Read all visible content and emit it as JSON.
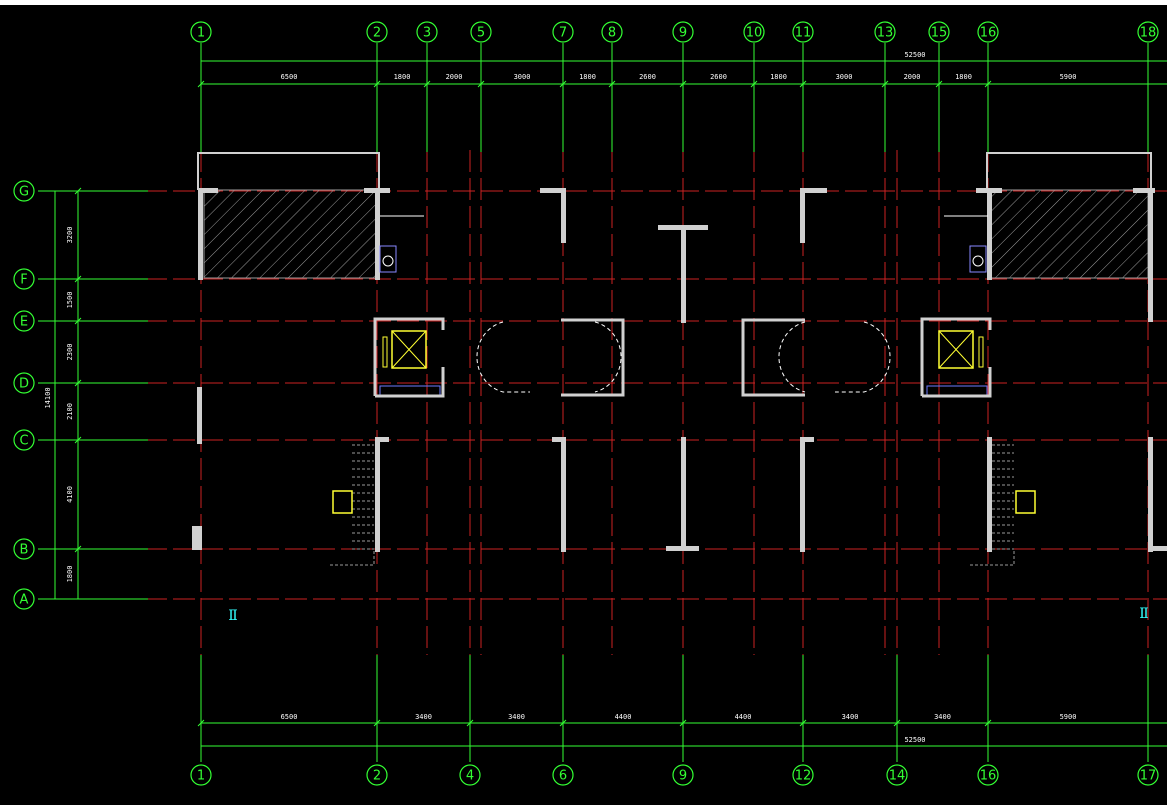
{
  "drawing": {
    "background": "#000000",
    "axis_color": "#33ff33",
    "grid_color": "#cc2222",
    "wall_color": "#d0d0d0",
    "core_color": "#ffff33",
    "hatch_color": "#9b9b9b",
    "top_axis_labels": [
      "1",
      "2",
      "3",
      "5",
      "7",
      "8",
      "9",
      "10",
      "11",
      "13",
      "15",
      "16",
      "18"
    ],
    "bottom_axis_labels": [
      "1",
      "2",
      "4",
      "6",
      "9",
      "12",
      "14",
      "16",
      "17"
    ],
    "row_axis_labels": [
      "G",
      "F",
      "E",
      "D",
      "C",
      "B",
      "A"
    ],
    "top_dimensions": [
      "6500",
      "1800",
      "2000",
      "3000",
      "1800",
      "2600",
      "2600",
      "1800",
      "3000",
      "2000",
      "1800",
      "5900"
    ],
    "top_total": "52500",
    "bottom_dimensions": [
      "6500",
      "3400",
      "3400",
      "4400",
      "4400",
      "3400",
      "3400",
      "5900"
    ],
    "bottom_total": "52500",
    "left_dimensions": [
      "3200",
      "1500",
      "2300",
      "2100",
      "4100",
      "1800"
    ],
    "left_total": "14100",
    "section_marks": [
      "Ⅱ",
      "Ⅱ"
    ]
  }
}
